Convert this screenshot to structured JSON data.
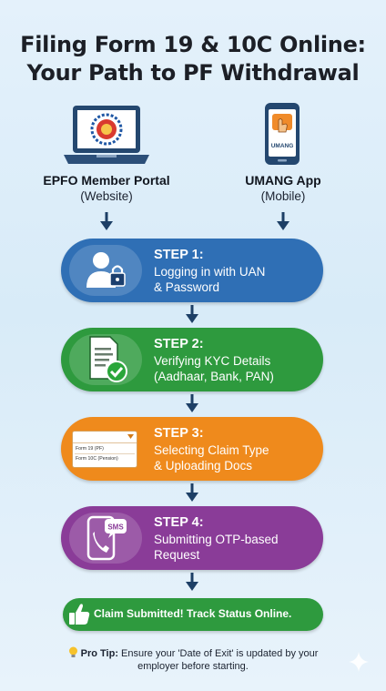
{
  "title": {
    "line1": "Filing Form 19 & 10C Online:",
    "line2": "Your Path to PF Withdrawal"
  },
  "sources": [
    {
      "name": "EPFO Member Portal",
      "sub": "(Website)",
      "icon": "laptop-icon"
    },
    {
      "name": "UMANG App",
      "sub": "(Mobile)",
      "icon": "phone-icon",
      "screen_label": "UMANG"
    }
  ],
  "steps": [
    {
      "title": "STEP 1:",
      "lines": [
        "Logging in with UAN",
        "& Password"
      ],
      "color": "#2f6fb5",
      "icon": "user-lock-icon"
    },
    {
      "title": "STEP 2:",
      "lines": [
        "Verifying KYC Details",
        "(Aadhaar, Bank, PAN)"
      ],
      "color": "#2e9a3e",
      "icon": "document-check-icon"
    },
    {
      "title": "STEP 3:",
      "lines": [
        "Selecting Claim Type",
        "& Uploading Docs"
      ],
      "color": "#ef8a1c",
      "icon": "dropdown-form-icon",
      "dropdown": {
        "options": [
          "Form 19 (PF)",
          "Form 10C (Pension)"
        ]
      }
    },
    {
      "title": "STEP 4:",
      "lines": [
        "Submitting OTP-based",
        "Request"
      ],
      "color": "#8a3c98",
      "icon": "phone-sms-icon",
      "sms_label": "SMS"
    }
  ],
  "final": {
    "text": "Claim Submitted! Track Status Online.",
    "color": "#2e9a3e",
    "icon": "thumbs-up-icon"
  },
  "tip": {
    "label": "Pro Tip:",
    "line1": "Ensure your 'Date of Exit' is updated by your",
    "line2": "employer before starting.",
    "icon": "lightbulb-icon"
  }
}
